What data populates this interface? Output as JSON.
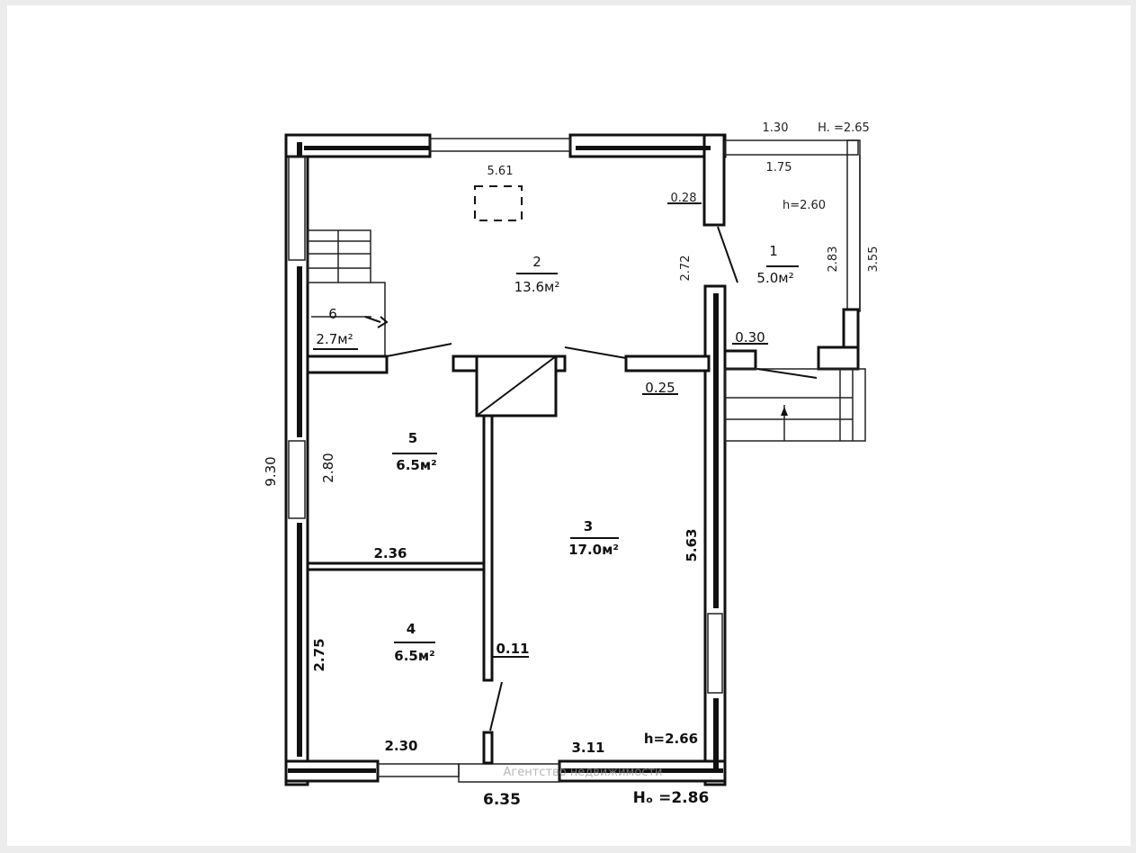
{
  "rooms": [
    {
      "number": "1",
      "area": "5.0м²"
    },
    {
      "number": "2",
      "area": "13.6м²"
    },
    {
      "number": "3",
      "area": "17.0м²"
    },
    {
      "number": "4",
      "area": "6.5м²"
    },
    {
      "number": "5",
      "area": "6.5м²"
    },
    {
      "number": "6",
      "area": "2.7м²"
    }
  ],
  "dimensions": {
    "top_width": "5.61",
    "annex_top": "1.30",
    "annex_h_top": "H. =2.65",
    "annex_inner": "1.75",
    "annex_ceiling": "h=2.60",
    "annex_depth": "2.83",
    "annex_outer": "3.55",
    "wall_028": "0.28",
    "room2_depth": "2.72",
    "step_030": "0.30",
    "wall_025": "0.25",
    "total_height": "9.30",
    "room5_depth": "2.80",
    "partition_width": "2.36",
    "room3_depth": "5.63",
    "room4_depth": "2.75",
    "partition_thickness": "0.11",
    "bottom_left": "2.30",
    "bottom_right": "3.11",
    "ceiling_main": "h=2.66",
    "total_width": "6.35",
    "outer_height": "Hₒ =2.86"
  },
  "watermark": "Агентство недвижимости"
}
